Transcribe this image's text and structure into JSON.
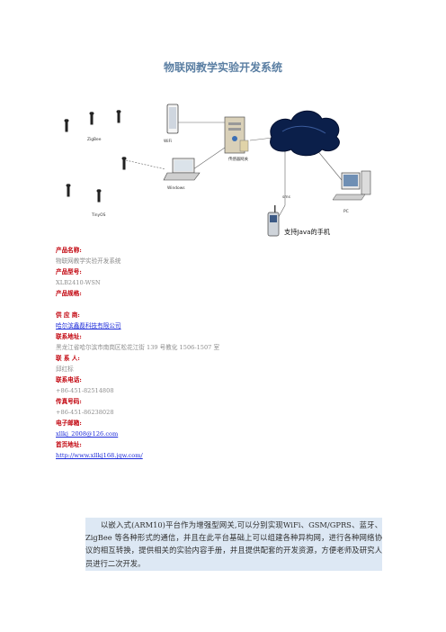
{
  "title": "物联网教学实验开发系统",
  "diagram": {
    "zigbee": "ZigBee",
    "wifi": "WiFi",
    "sensor_gateway": "传感器网关",
    "windows": "Windows",
    "tinyos": "TinyOS",
    "pc": "PC",
    "phone_label": "支持Java的手机",
    "sms": "sms"
  },
  "fields": {
    "product_name_label": "产品名称:",
    "product_name": "物联网教学实验开发系统",
    "model_label": "产品型号:",
    "model": "XLB2410-WSN",
    "spec_label": "产品规格:",
    "spec": "",
    "supplier_label": "供 应 商:",
    "supplier": "哈尔滨鑫磊科技有限公司",
    "address_label": "联系地址:",
    "address": "黑龙江省哈尔滨市南岗区松花江街 139 号教化 1506-1507 室",
    "contact_label": "联 系 人:",
    "contact": "邱红标",
    "phone_label": "联系电话:",
    "phone": "+86-451-82514808",
    "fax_label": "传真号码:",
    "fax": "+86-451-86238028",
    "email_label": "电子邮箱:",
    "email": "xllkj_2008@126.com",
    "homepage_label": "首页地址:",
    "homepage": "http://www.xllkj168.jqw.com/"
  },
  "intro": "以嵌入式(ARM10)平台作为增强型网关,可以分别实现WiFi、GSM/GPRS、蓝牙、ZigBee 等各种形式的通信，并且在此平台基础上可以组建各种异构网，进行各种网络协议的相互转换，提供相关的实验内容手册，并且提供配套的开发资源，方便老师及研究人员进行二次开发。"
}
